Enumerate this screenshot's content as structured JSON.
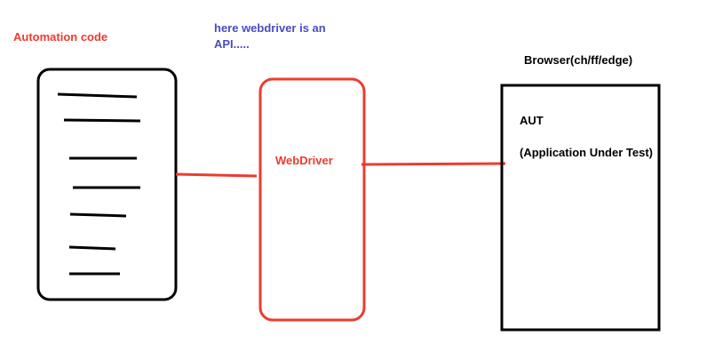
{
  "labels": {
    "automation_code": "Automation code",
    "webdriver_note": "here webdriver is an API.....",
    "browser": "Browser(ch/ff/edge)",
    "webdriver": "WebDriver",
    "aut": "AUT",
    "aut_desc": "(Application Under Test)"
  },
  "colors": {
    "red": "#ee3b2f",
    "blue": "#4b4bc4",
    "black": "#000000"
  }
}
